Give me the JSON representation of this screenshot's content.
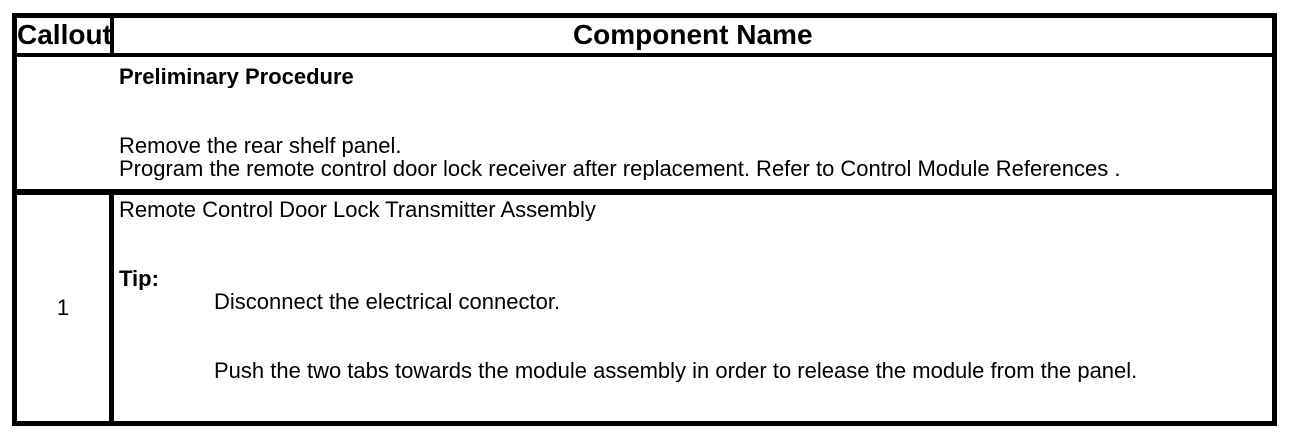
{
  "colors": {
    "border": "#000000",
    "text": "#000000",
    "background": "#ffffff"
  },
  "table": {
    "header": {
      "callout_label": "Callout",
      "component_name_label": "Component Name"
    },
    "preliminary": {
      "title": "Preliminary Procedure",
      "steps": [
        "Remove the rear shelf panel.",
        "Program the remote control door lock receiver after replacement. Refer to Control Module References ."
      ]
    },
    "components": [
      {
        "callout": "1",
        "name": "Remote Control Door Lock Transmitter Assembly",
        "tip_label": "Tip:",
        "tip_steps": [
          "Disconnect the electrical connector.",
          "Push the two tabs towards the module assembly in order to release the module from the panel."
        ]
      }
    ]
  }
}
